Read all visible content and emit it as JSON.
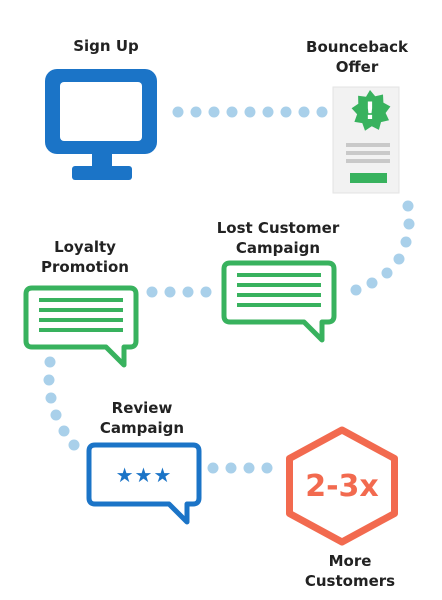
{
  "labels": {
    "sign_up": "Sign Up",
    "bounceback_line1": "Bounceback",
    "bounceback_line2": "Offer",
    "lost_line1": "Lost Customer",
    "lost_line2": "Campaign",
    "loyalty_line1": "Loyalty",
    "loyalty_line2": "Promotion",
    "review_line1": "Review",
    "review_line2": "Campaign",
    "multiplier": "2-3x",
    "more_line1": "More",
    "more_line2": "Customers"
  },
  "icons": {
    "review_stars": "★★★",
    "alert_mark": "!"
  },
  "colors": {
    "blue": "#1b74c7",
    "green": "#38b25e",
    "orange": "#f26a4f",
    "dot": "#a9d0ea",
    "offer_card": "#f2f2f2",
    "offer_lines": "#c9c9c9",
    "text": "#222222"
  }
}
